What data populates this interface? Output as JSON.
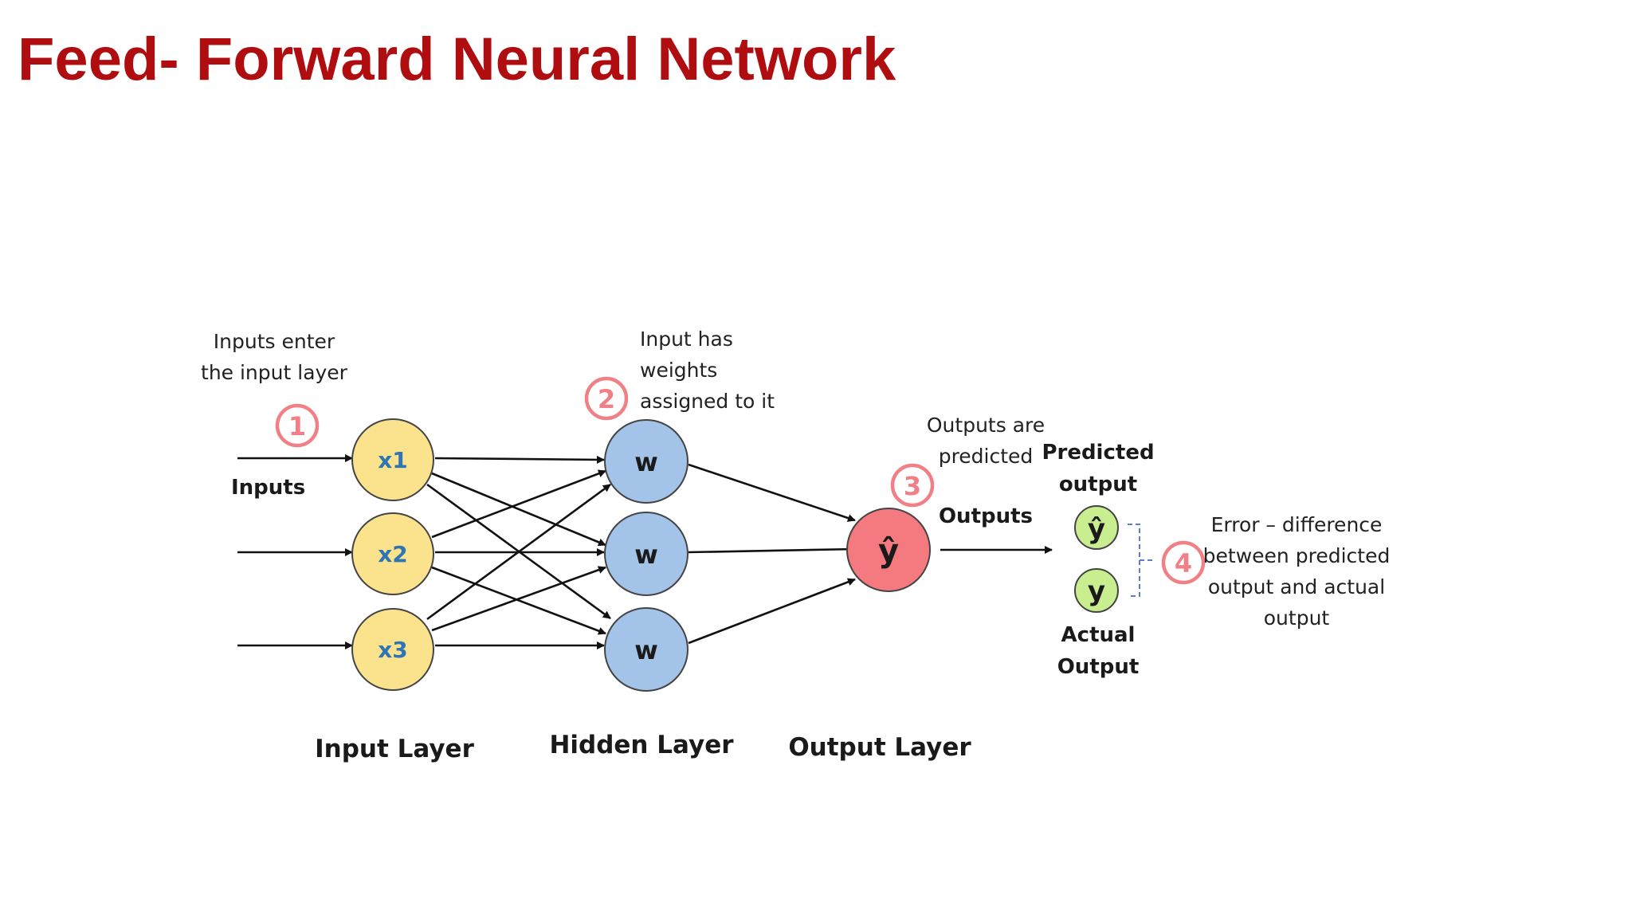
{
  "title": "Feed- Forward Neural Network",
  "colors": {
    "title": "#b00d10",
    "input_node": "#fbe28d",
    "hidden_node": "#a3c3e8",
    "output_node": "#f47a80",
    "result_node": "#c9ee90",
    "marker": "#f07f86",
    "node_text": "#2e75b6"
  },
  "input_nodes": [
    "x1",
    "x2",
    "x3"
  ],
  "hidden_nodes": [
    "w",
    "w",
    "w"
  ],
  "output_node": "ŷ",
  "result_nodes": [
    "ŷ",
    "y"
  ],
  "annotations": {
    "inputs_enter": [
      "Inputs enter",
      "the input layer"
    ],
    "inputs": "Inputs",
    "weights": [
      "Input has",
      "weights",
      "assigned to it"
    ],
    "outputs_predicted": [
      "Outputs are",
      "predicted"
    ],
    "outputs": "Outputs",
    "predicted_output": [
      "Predicted",
      "output"
    ],
    "actual_output": [
      "Actual",
      "Output"
    ],
    "error": [
      "Error – difference",
      "between predicted",
      "output and actual",
      "output"
    ]
  },
  "markers": [
    "1",
    "2",
    "3",
    "4"
  ],
  "layers": {
    "input": "Input Layer",
    "hidden": "Hidden Layer",
    "output": "Output Layer"
  }
}
